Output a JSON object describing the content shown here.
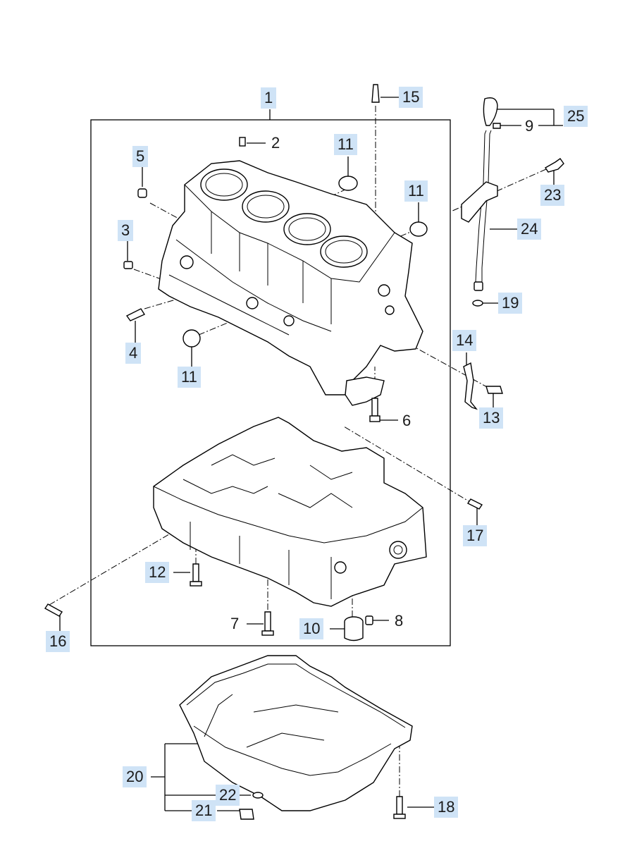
{
  "colors": {
    "label_bg": "#cfe3f6",
    "line": "#000000",
    "background": "#ffffff"
  },
  "labels": [
    {
      "id": "1",
      "text": "1"
    },
    {
      "id": "2",
      "text": "2"
    },
    {
      "id": "3",
      "text": "3"
    },
    {
      "id": "4",
      "text": "4"
    },
    {
      "id": "5",
      "text": "5"
    },
    {
      "id": "6",
      "text": "6"
    },
    {
      "id": "7",
      "text": "7"
    },
    {
      "id": "8",
      "text": "8"
    },
    {
      "id": "9",
      "text": "9"
    },
    {
      "id": "10",
      "text": "10"
    },
    {
      "id": "11a",
      "text": "11"
    },
    {
      "id": "11b",
      "text": "11"
    },
    {
      "id": "11c",
      "text": "11"
    },
    {
      "id": "12",
      "text": "12"
    },
    {
      "id": "13",
      "text": "13"
    },
    {
      "id": "14",
      "text": "14"
    },
    {
      "id": "15",
      "text": "15"
    },
    {
      "id": "16",
      "text": "16"
    },
    {
      "id": "17",
      "text": "17"
    },
    {
      "id": "18",
      "text": "18"
    },
    {
      "id": "19",
      "text": "19"
    },
    {
      "id": "20",
      "text": "20"
    },
    {
      "id": "21",
      "text": "21"
    },
    {
      "id": "22",
      "text": "22"
    },
    {
      "id": "23",
      "text": "23"
    },
    {
      "id": "24",
      "text": "24"
    },
    {
      "id": "25",
      "text": "25"
    }
  ]
}
